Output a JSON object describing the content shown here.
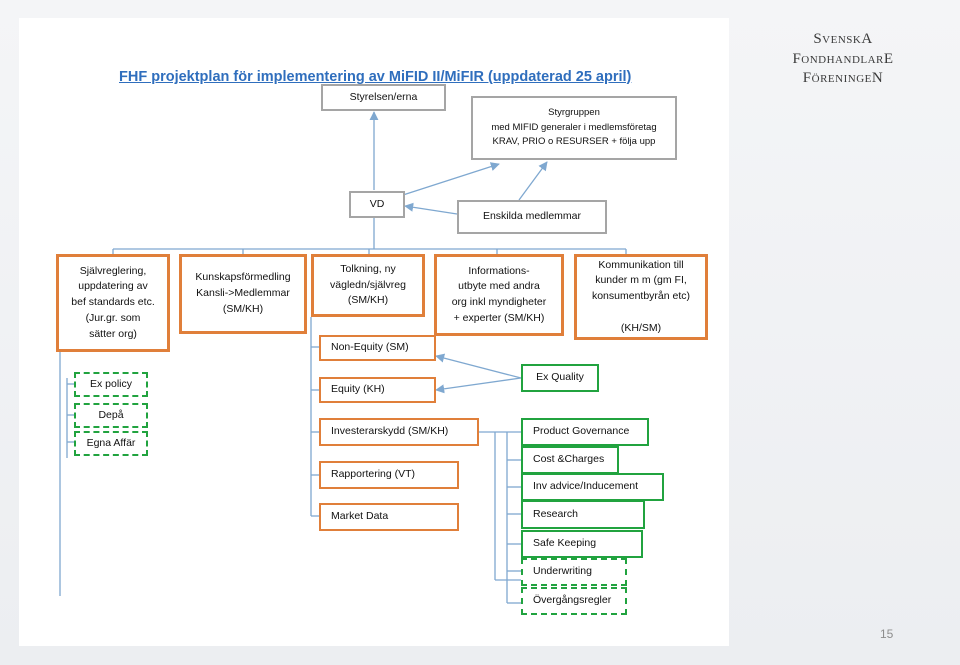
{
  "slide": {
    "title": "FHF projektplan för implementering av MiFID II/MiFIR (uppdaterad 25 april)",
    "page_number": "15"
  },
  "logo": {
    "line1": "SvenskA",
    "line2": "FondhandlarE",
    "line3": "FöreningeN"
  },
  "top": {
    "styrelsen": "Styrelsen/erna",
    "styrgruppen": "Styrgruppen\nmed MIFID generaler i medlemsföretag\nKRAV, PRIO o RESURSER + följa upp",
    "vd": "VD",
    "enskilda": "Enskilda medlemmar"
  },
  "workstreams": [
    {
      "label": "Självreglering,\nuppdatering av\nbef standards etc.\n(Jur.gr.  som\nsätter org)"
    },
    {
      "label": "Kunskapsförmedling\nKansli->Medlemmar\n(SM/KH)"
    },
    {
      "label": "Tolkning, ny\nvägledn/självreg\n(SM/KH)"
    },
    {
      "label": "Informations-\nutbyte med andra\norg inkl myndigheter\n+ experter (SM/KH)"
    },
    {
      "label": "Kommunikation till\nkunder m m (gm FI,\nkonsumentbyrån etc)\n\n(KH/SM)"
    }
  ],
  "self_regulation_items": [
    "Ex policy",
    "Depå",
    "Egna Affär"
  ],
  "interpretation_items": [
    "Non-Equity (SM)",
    "Equity (KH)",
    "Investerarskydd (SM/KH)",
    "Rapportering (VT)",
    "Market Data"
  ],
  "ex_quality": "Ex Quality",
  "investor_protection_items": [
    "Product Governance",
    "Cost &Charges",
    "Inv advice/Inducement",
    "Research",
    "Safe Keeping",
    "Underwriting",
    "Övergångsregler"
  ],
  "colors": {
    "title": "#2f6ebd",
    "gray_box": "#a5a5a5",
    "orange_box": "#e07f3a",
    "green_box": "#21a33f",
    "connector": "#7fa8d0"
  }
}
